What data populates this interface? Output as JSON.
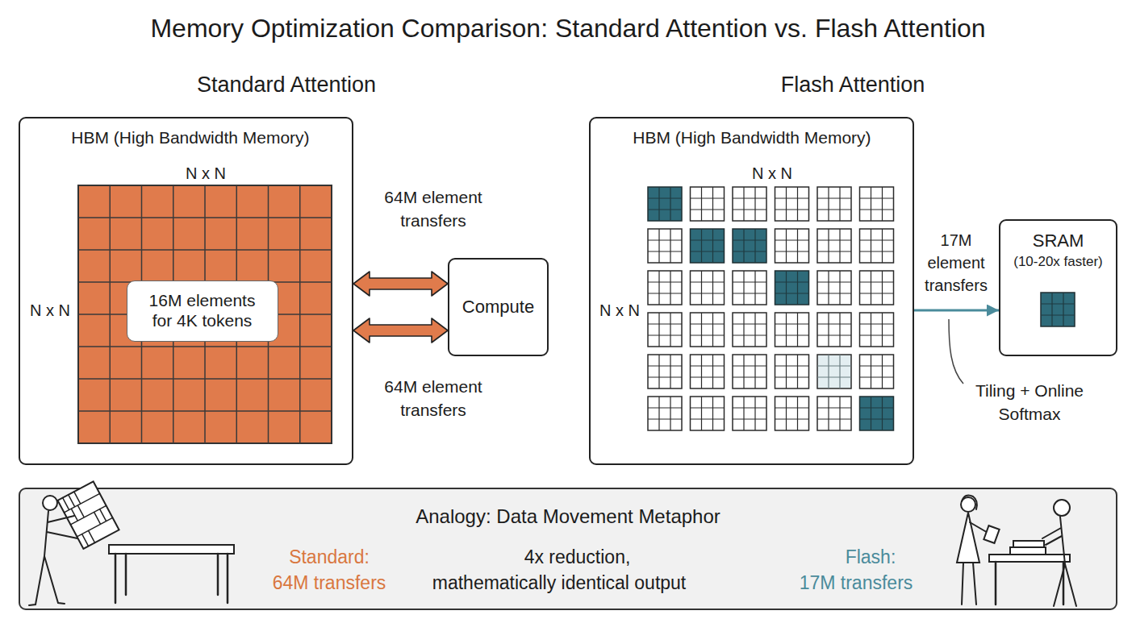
{
  "diagram": {
    "title": "Memory Optimization Comparison: Standard Attention vs. Flash Attention",
    "nodes": [
      {
        "text": [
          "HBM (High Bandwidth Memory)",
          "N x N",
          "N x N"
        ]
      },
      {
        "text": [
          "16M elements for 4K tokens"
        ],
        "in": 0
      },
      {
        "text": [
          "Compute"
        ]
      },
      {
        "text": [
          "HBM (High Bandwidth Memory)",
          "N x N",
          "N x N"
        ]
      },
      {
        "text": [
          "SRAM",
          "(10-20x faster)"
        ]
      },
      {
        "text": [
          "Analogy: Data Movement Metaphor",
          "Standard: 64M transfers",
          "4x reduction, mathematically identical output",
          "Flash: 17M transfers"
        ]
      }
    ],
    "edges": [
      {
        "from": 0,
        "to": 2,
        "arrow": "both",
        "label": "64M element transfers"
      },
      {
        "from": 0,
        "to": 2,
        "arrow": "both",
        "label": "64M element transfers"
      },
      {
        "from": 3,
        "to": 4,
        "arrow": "to",
        "label": "17M element transfers"
      }
    ],
    "labels": [
      "Standard Attention",
      "Flash Attention",
      "Tiling + Online Softmax"
    ]
  }
}
